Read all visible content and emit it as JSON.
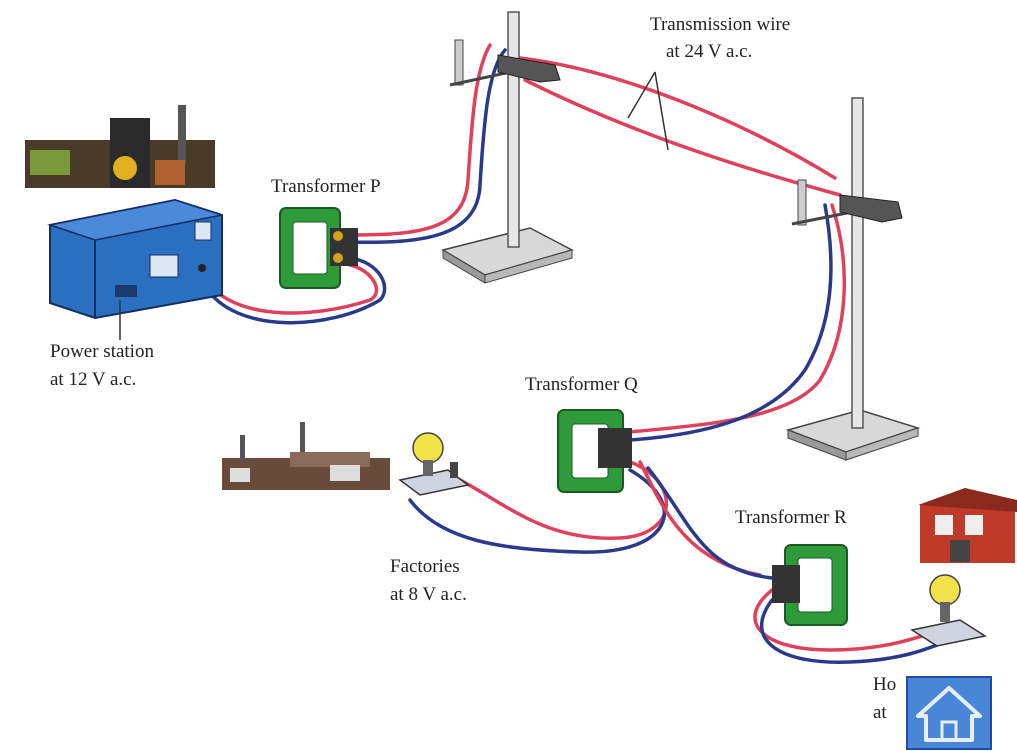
{
  "labels": {
    "transmission_line1": "Transmission wire",
    "transmission_line2": "at 24 V a.c.",
    "transformer_p": "Transformer P",
    "transformer_q": "Transformer Q",
    "transformer_r": "Transformer R",
    "power_station_line1": "Power station",
    "power_station_line2": "at 12 V a.c.",
    "factories_line1": "Factories",
    "factories_line2": "at 8 V a.c.",
    "homes_line1": "Ho",
    "homes_line2": "at"
  },
  "colors": {
    "wire_red": "#e0405a",
    "wire_blue": "#2a3a8a",
    "transformer": "#2e9a3a",
    "power_box": "#2a6fc0",
    "home_button": "#4a86d8"
  },
  "home_button": {
    "icon": "home-icon"
  }
}
